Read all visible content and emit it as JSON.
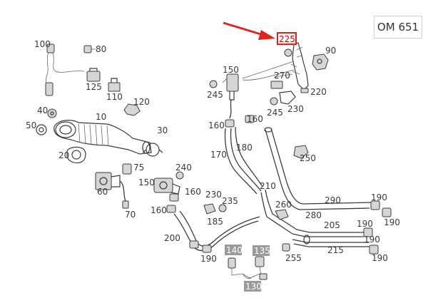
{
  "model_label": "OM 651",
  "selected_part": "225",
  "colors": {
    "selection": "#e0241b",
    "highlight_box": "#9a9a9a",
    "line": "#3c3c3c"
  },
  "parts": [
    {
      "id": "p100",
      "label": "100"
    },
    {
      "id": "p80",
      "label": "80"
    },
    {
      "id": "p125",
      "label": "125"
    },
    {
      "id": "p110",
      "label": "110"
    },
    {
      "id": "p120",
      "label": "120"
    },
    {
      "id": "p40",
      "label": "40"
    },
    {
      "id": "p10",
      "label": "10"
    },
    {
      "id": "p50",
      "label": "50"
    },
    {
      "id": "p30",
      "label": "30"
    },
    {
      "id": "p20",
      "label": "20"
    },
    {
      "id": "p75",
      "label": "75"
    },
    {
      "id": "p60",
      "label": "60"
    },
    {
      "id": "p70",
      "label": "70"
    },
    {
      "id": "p225",
      "label": "225"
    },
    {
      "id": "p90",
      "label": "90"
    },
    {
      "id": "p150a",
      "label": "150"
    },
    {
      "id": "p270",
      "label": "270"
    },
    {
      "id": "p245a",
      "label": "245"
    },
    {
      "id": "p220",
      "label": "220"
    },
    {
      "id": "p245b",
      "label": "245"
    },
    {
      "id": "p230a",
      "label": "230"
    },
    {
      "id": "p160a",
      "label": "160"
    },
    {
      "id": "p160b",
      "label": "160"
    },
    {
      "id": "p170",
      "label": "170"
    },
    {
      "id": "p180",
      "label": "180"
    },
    {
      "id": "p250",
      "label": "250"
    },
    {
      "id": "p240",
      "label": "240"
    },
    {
      "id": "p150b",
      "label": "150"
    },
    {
      "id": "p160c",
      "label": "160"
    },
    {
      "id": "p160d",
      "label": "160"
    },
    {
      "id": "p230b",
      "label": "230"
    },
    {
      "id": "p235",
      "label": "235"
    },
    {
      "id": "p210",
      "label": "210"
    },
    {
      "id": "p290",
      "label": "290"
    },
    {
      "id": "p190a",
      "label": "190"
    },
    {
      "id": "p185",
      "label": "185"
    },
    {
      "id": "p260",
      "label": "260"
    },
    {
      "id": "p280",
      "label": "280"
    },
    {
      "id": "p190b",
      "label": "190"
    },
    {
      "id": "p190c",
      "label": "190"
    },
    {
      "id": "p200",
      "label": "200"
    },
    {
      "id": "p205",
      "label": "205"
    },
    {
      "id": "p190d",
      "label": "190"
    },
    {
      "id": "p215",
      "label": "215"
    },
    {
      "id": "p140",
      "label": "140"
    },
    {
      "id": "p135",
      "label": "135"
    },
    {
      "id": "p190e",
      "label": "190"
    },
    {
      "id": "p255",
      "label": "255"
    },
    {
      "id": "p190f",
      "label": "190"
    },
    {
      "id": "p130",
      "label": "130"
    }
  ]
}
